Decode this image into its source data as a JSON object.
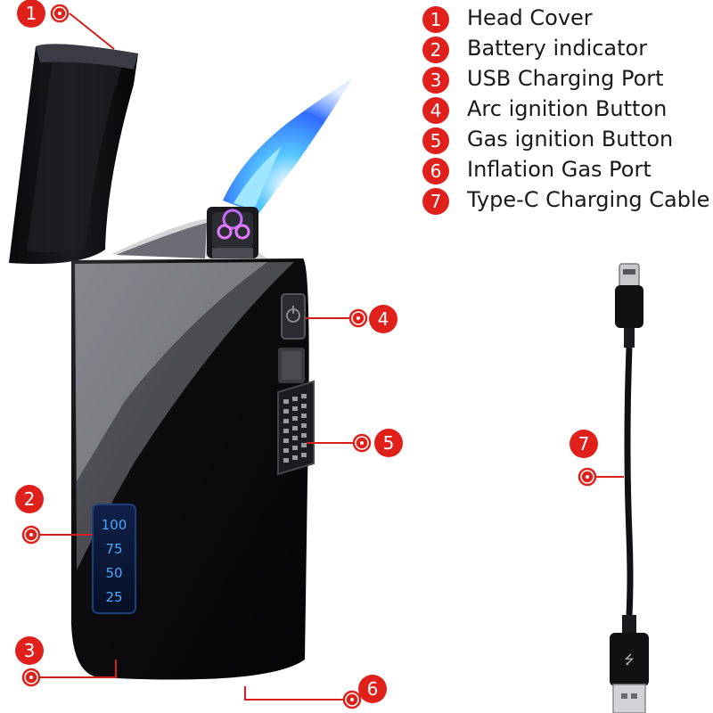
{
  "legend": [
    {
      "num": "1",
      "label": "Head Cover"
    },
    {
      "num": "2",
      "label": "Battery indicator"
    },
    {
      "num": "3",
      "label": "USB Charging Port"
    },
    {
      "num": "4",
      "label": "Arc ignition Button"
    },
    {
      "num": "5",
      "label": "Gas ignition Button"
    },
    {
      "num": "6",
      "label": "Inflation Gas Port"
    },
    {
      "num": "7",
      "label": "Type-C Charging Cable"
    }
  ],
  "callouts": {
    "c1": "1",
    "c2": "2",
    "c3": "3",
    "c4": "4",
    "c5": "5",
    "c6": "6",
    "c7": "7"
  },
  "battery_levels": [
    "100",
    "75",
    "50",
    "25"
  ],
  "colors": {
    "callout_red": "#e0201b",
    "battery_blue": "#4aa8ff",
    "flame_blue": "#2f7bff",
    "body_black": "#0b0b0f"
  }
}
